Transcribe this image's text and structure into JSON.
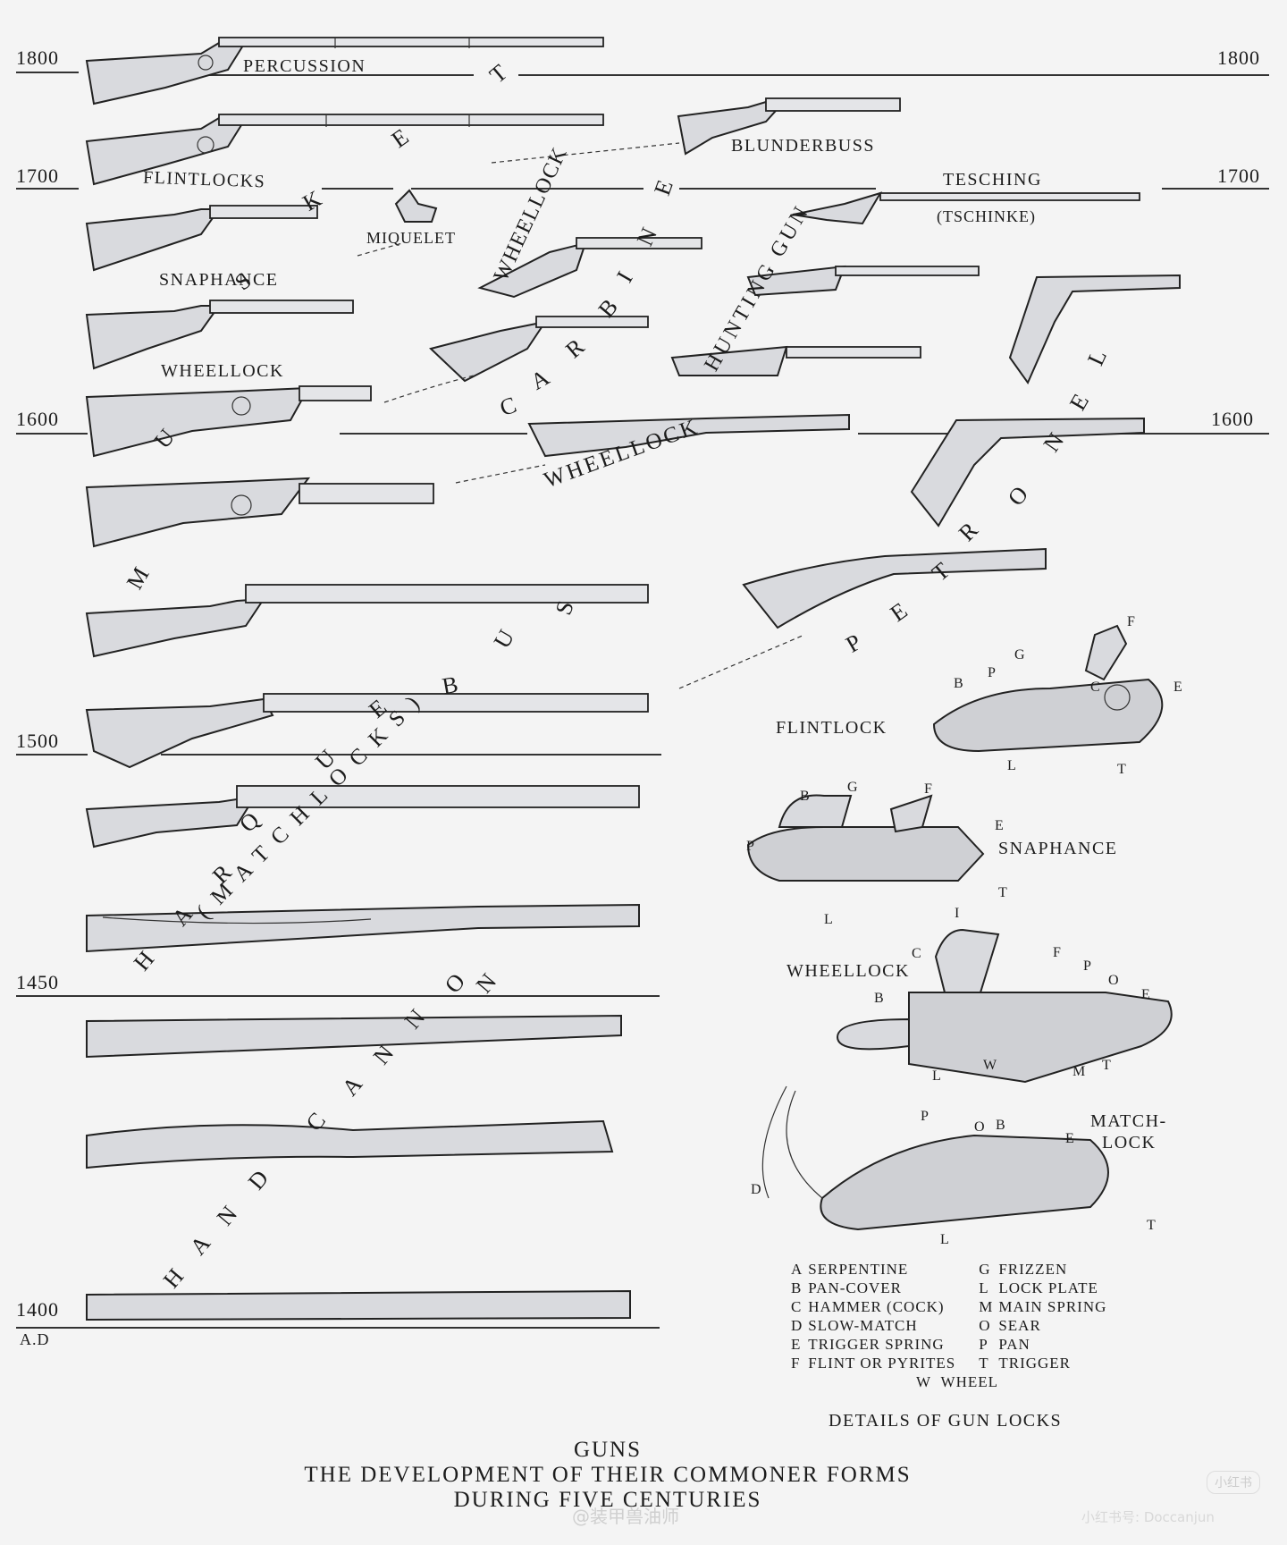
{
  "timeline": {
    "years_left": [
      "1800",
      "1700",
      "1600",
      "1500",
      "1450",
      "1400"
    ],
    "years_right": [
      "1800",
      "1700",
      "1600"
    ],
    "era_label": "A.D"
  },
  "gun_labels": {
    "percussion": "PERCUSSION",
    "flintlocks": "FLINTLOCKS",
    "miquelet": "MIQUELET",
    "snaphance": "SNAPHANCE",
    "wheellock": "WHEELLOCK",
    "blunderbuss": "BLUNDERBUSS",
    "tesching": "TESCHING",
    "tschinke": "(TSCHINKE)",
    "wheellock_large": "WHEELLOCK"
  },
  "arc_words": {
    "musket": [
      "M",
      "U",
      "S",
      "K",
      "E",
      "T"
    ],
    "wheellock_carbine": [
      "C",
      "A",
      "R",
      "B",
      "I",
      "N",
      "E"
    ],
    "wheellock_carbine_prefix": "WHEELLOCK",
    "hunting_gun": "HUNTING GUN",
    "petronel": [
      "P",
      "E",
      "T",
      "R",
      "O",
      "N",
      "E",
      "L"
    ],
    "harquebus": [
      "H",
      "A",
      "R",
      "Q",
      "U",
      "E",
      "B",
      "U",
      "S"
    ],
    "matchlocks": "(MATCHLOCKS)",
    "hand_cannon": [
      "H",
      "A",
      "N",
      "D",
      "C",
      "A",
      "N",
      "N",
      "O",
      "N"
    ]
  },
  "lock_details": {
    "flintlock": {
      "title": "FLINTLOCK",
      "parts": [
        "F",
        "G",
        "B",
        "P",
        "C",
        "E",
        "L",
        "T"
      ]
    },
    "snaphance": {
      "title": "SNAPHANCE",
      "parts": [
        "B",
        "G",
        "F",
        "E",
        "P",
        "T",
        "L",
        "I"
      ]
    },
    "wheellock": {
      "title": "WHEELLOCK",
      "parts": [
        "C",
        "F",
        "P",
        "O",
        "E",
        "B",
        "L",
        "W",
        "M",
        "T"
      ]
    },
    "matchlock": {
      "title_line1": "MATCH-",
      "title_line2": "LOCK",
      "parts": [
        "P",
        "O",
        "B",
        "E",
        "D",
        "L",
        "T"
      ]
    }
  },
  "legend": {
    "left": [
      {
        "key": "A",
        "label": "SERPENTINE"
      },
      {
        "key": "B",
        "label": "PAN-COVER"
      },
      {
        "key": "C",
        "label": "HAMMER (COCK)"
      },
      {
        "key": "D",
        "label": "SLOW-MATCH"
      },
      {
        "key": "E",
        "label": "TRIGGER SPRING"
      },
      {
        "key": "F",
        "label": "FLINT OR PYRITES"
      }
    ],
    "right": [
      {
        "key": "G",
        "label": "FRIZZEN"
      },
      {
        "key": "L",
        "label": "LOCK PLATE"
      },
      {
        "key": "M",
        "label": "MAIN SPRING"
      },
      {
        "key": "O",
        "label": "SEAR"
      },
      {
        "key": "P",
        "label": "PAN"
      },
      {
        "key": "T",
        "label": "TRIGGER"
      }
    ],
    "extra": {
      "key": "W",
      "label": "WHEEL"
    },
    "caption": "DETAILS OF GUN LOCKS"
  },
  "title": {
    "line1": "GUNS",
    "line2": "THE DEVELOPMENT OF THEIR COMMONER FORMS",
    "line3": "DURING FIVE CENTURIES"
  },
  "watermark": {
    "badge": "小红书",
    "handle": "小红书号: Doccanjun",
    "weibo": "@装甲兽油师"
  }
}
